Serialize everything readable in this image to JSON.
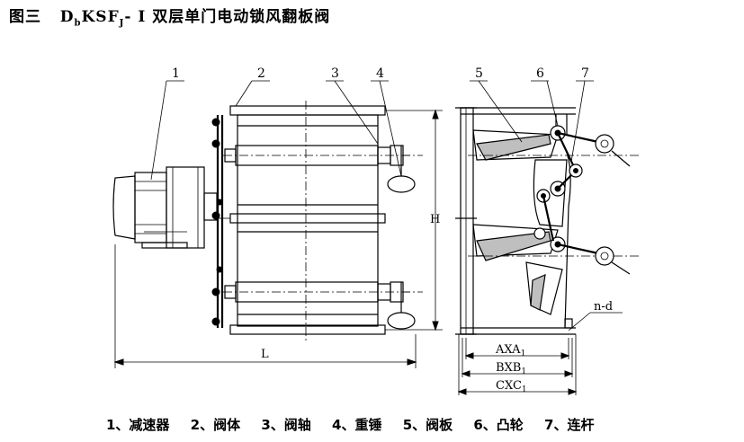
{
  "figure": {
    "title_prefix": "图三",
    "title_model_d": "D",
    "title_model_d_sub": "b",
    "title_model_ksf": "KSF",
    "title_model_ksf_sub": "J",
    "title_model_suffix": "- Ⅰ",
    "title_name": "双层单门电动锁风翻板阀"
  },
  "callouts": [
    "1",
    "2",
    "3",
    "4",
    "5",
    "6",
    "7"
  ],
  "dimensions": {
    "height": "H",
    "length": "L",
    "axa": "AXA",
    "axa_sub": "1",
    "bxb": "BXB",
    "bxb_sub": "1",
    "cxc": "CXC",
    "cxc_sub": "1",
    "holes": "n-d"
  },
  "legend": [
    "1、减速器",
    "2、阀体",
    "3、阀轴",
    "4、重锤",
    "5、阀板",
    "6、凸轮",
    "7、连杆"
  ]
}
